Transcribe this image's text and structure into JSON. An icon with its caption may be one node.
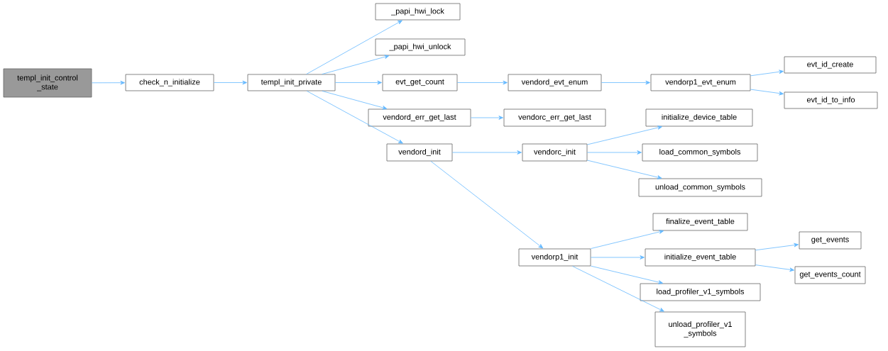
{
  "diagram": {
    "nodes": [
      {
        "text": [
          "templ_init_control _state"
        ]
      },
      {
        "text": [
          "check_n_initialize"
        ]
      },
      {
        "text": [
          "templ_init_private"
        ]
      },
      {
        "text": [
          "_papi_hwi_lock"
        ]
      },
      {
        "text": [
          "_papi_hwi_unlock"
        ]
      },
      {
        "text": [
          "evt_get_count"
        ]
      },
      {
        "text": [
          "vendord_err_get_last"
        ]
      },
      {
        "text": [
          "vendord_init"
        ]
      },
      {
        "text": [
          "vendord_evt_enum"
        ]
      },
      {
        "text": [
          "vendorc_err_get_last"
        ]
      },
      {
        "text": [
          "vendorc_init"
        ]
      },
      {
        "text": [
          "vendorp1_init"
        ]
      },
      {
        "text": [
          "vendorp1_evt_enum"
        ]
      },
      {
        "text": [
          "evt_id_create"
        ]
      },
      {
        "text": [
          "evt_id_to_info"
        ]
      },
      {
        "text": [
          "initialize_device_table"
        ]
      },
      {
        "text": [
          "load_common_symbols"
        ]
      },
      {
        "text": [
          "unload_common_symbols"
        ]
      },
      {
        "text": [
          "finalize_event_table"
        ]
      },
      {
        "text": [
          "initialize_event_table"
        ]
      },
      {
        "text": [
          "load_profiler_v1_symbols"
        ]
      },
      {
        "text": [
          "unload_profiler_v1 _symbols"
        ]
      },
      {
        "text": [
          "get_events"
        ]
      },
      {
        "text": [
          "get_events_count"
        ]
      }
    ],
    "edges": [
      {
        "from": 0,
        "to": 1,
        "arrow": "to"
      },
      {
        "from": 1,
        "to": 2,
        "arrow": "to"
      },
      {
        "from": 2,
        "to": 3,
        "arrow": "to"
      },
      {
        "from": 2,
        "to": 4,
        "arrow": "to"
      },
      {
        "from": 2,
        "to": 5,
        "arrow": "to"
      },
      {
        "from": 2,
        "to": 6,
        "arrow": "to"
      },
      {
        "from": 2,
        "to": 7,
        "arrow": "to"
      },
      {
        "from": 5,
        "to": 8,
        "arrow": "to"
      },
      {
        "from": 8,
        "to": 12,
        "arrow": "to"
      },
      {
        "from": 12,
        "to": 13,
        "arrow": "to"
      },
      {
        "from": 12,
        "to": 14,
        "arrow": "to"
      },
      {
        "from": 6,
        "to": 9,
        "arrow": "to"
      },
      {
        "from": 7,
        "to": 10,
        "arrow": "to"
      },
      {
        "from": 7,
        "to": 11,
        "arrow": "to"
      },
      {
        "from": 10,
        "to": 15,
        "arrow": "to"
      },
      {
        "from": 10,
        "to": 16,
        "arrow": "to"
      },
      {
        "from": 10,
        "to": 17,
        "arrow": "to"
      },
      {
        "from": 11,
        "to": 18,
        "arrow": "to"
      },
      {
        "from": 11,
        "to": 19,
        "arrow": "to"
      },
      {
        "from": 11,
        "to": 20,
        "arrow": "to"
      },
      {
        "from": 11,
        "to": 21,
        "arrow": "to"
      },
      {
        "from": 19,
        "to": 22,
        "arrow": "to"
      },
      {
        "from": 19,
        "to": 23,
        "arrow": "to"
      }
    ]
  }
}
